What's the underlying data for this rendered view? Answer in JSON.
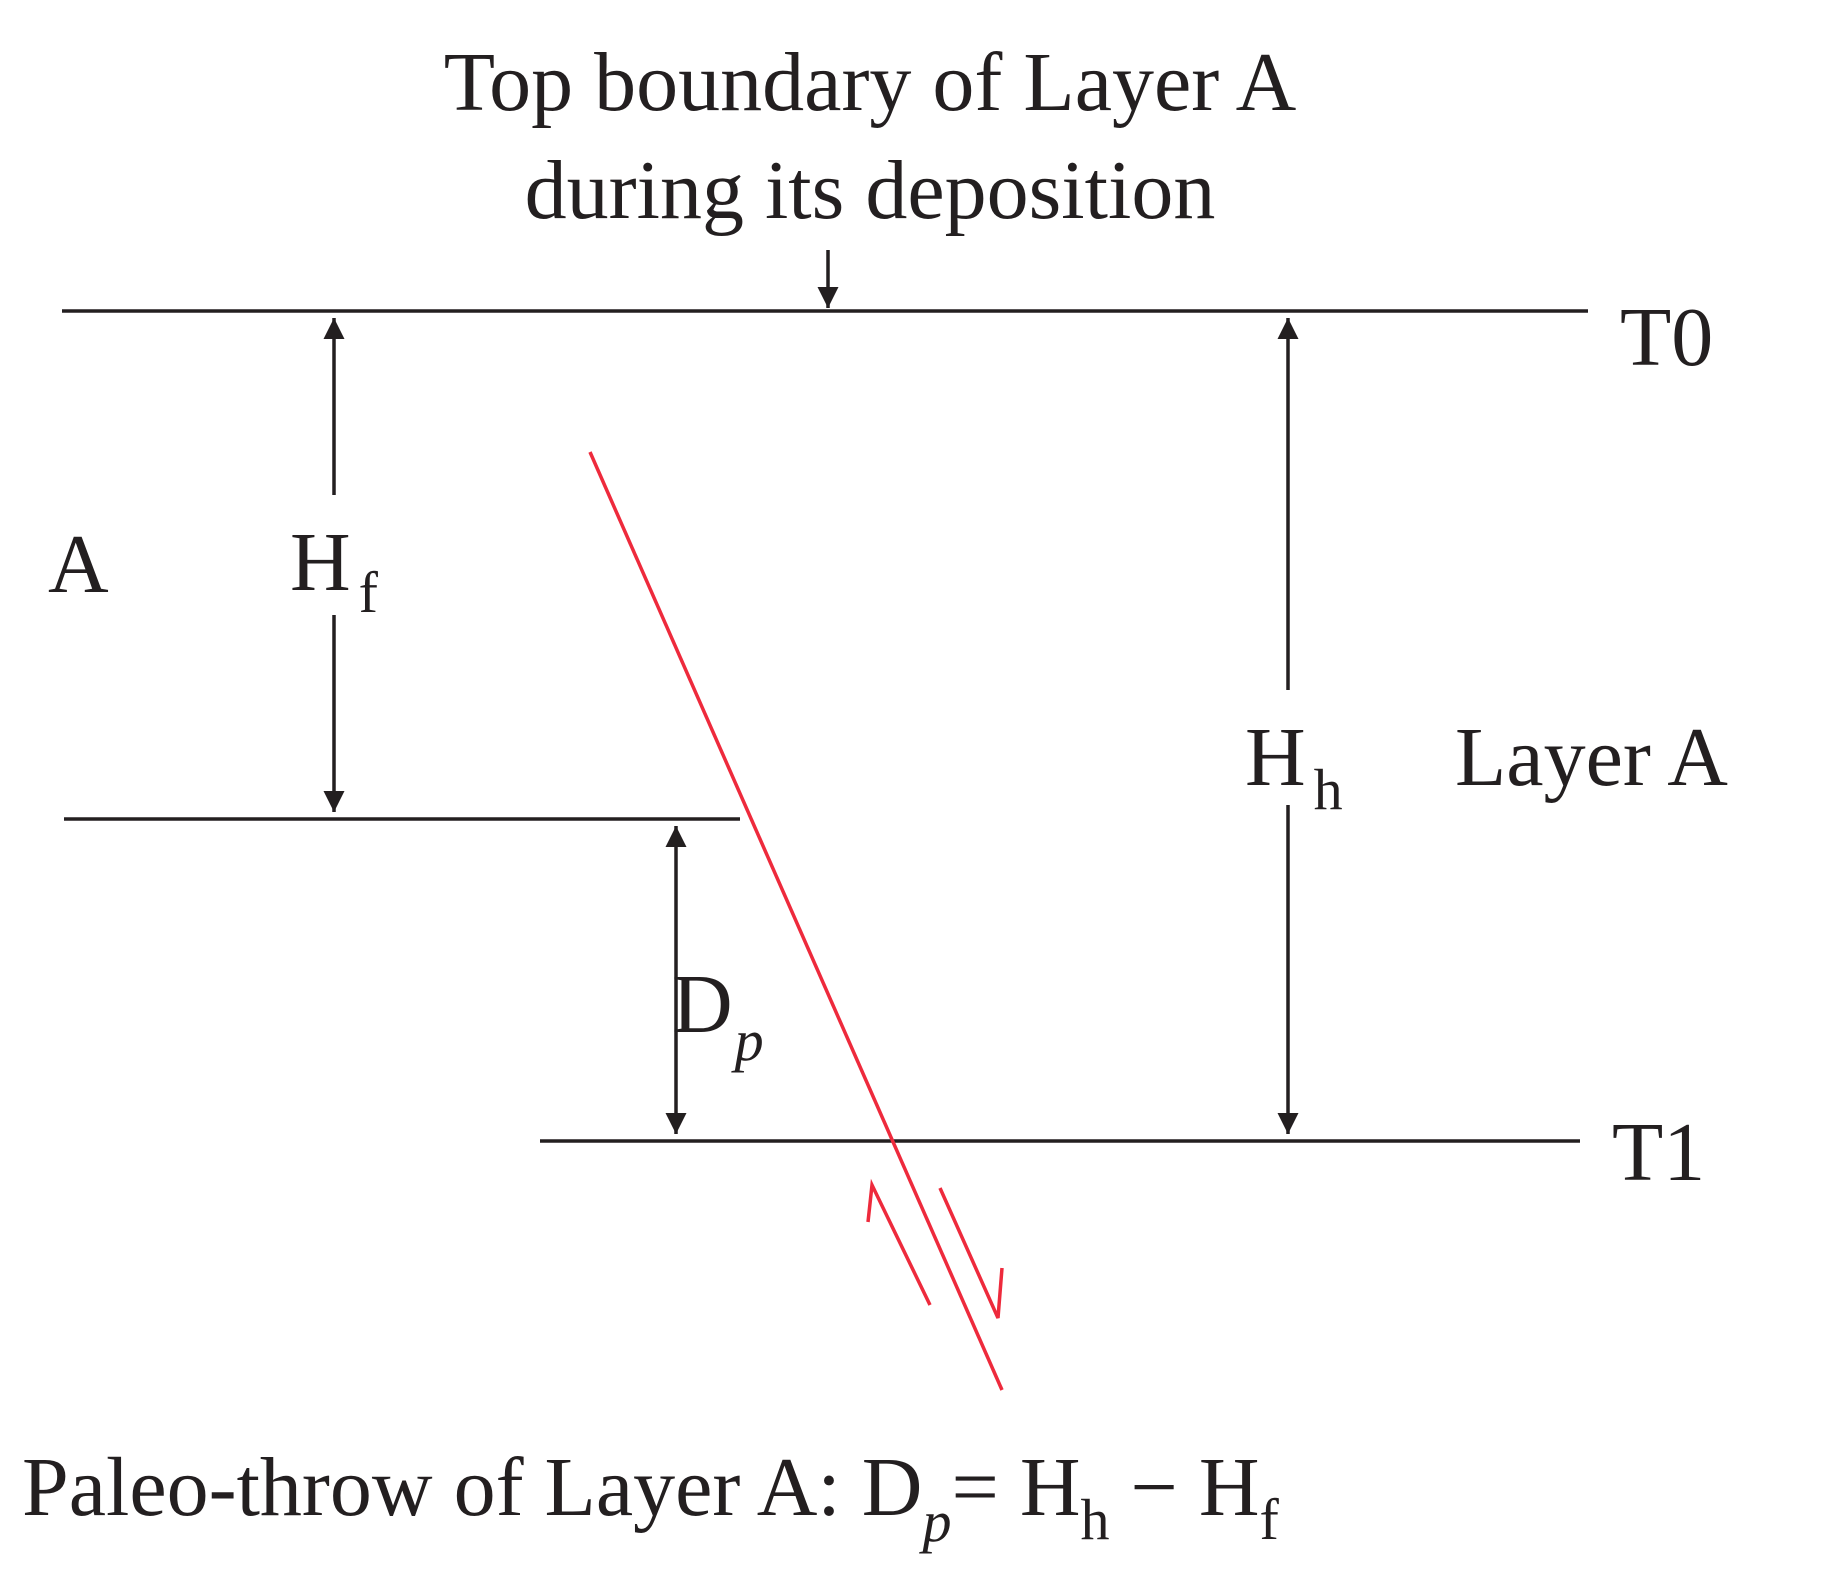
{
  "caption_top": {
    "line1": "Top boundary of Layer A",
    "line2": "during its deposition"
  },
  "horizons": {
    "t0": "T0",
    "t1": "T1"
  },
  "labels": {
    "block_a": "A",
    "layer_a": "Layer A",
    "hf_main": "H",
    "hf_sub": "f",
    "hh_main": "H",
    "hh_sub": "h",
    "dp_main": "D",
    "dp_sub": "p"
  },
  "formula": {
    "prefix": "Paleo-throw of Layer A: ",
    "dp_main": "D",
    "dp_sub": "p",
    "equals": "= ",
    "hh_main": "H",
    "hh_sub": "h",
    "minus": " − ",
    "hf_main": "H",
    "hf_sub": "f"
  },
  "colors": {
    "line": "#231f20",
    "fault": "#ee2a3c",
    "background": "#ffffff"
  }
}
